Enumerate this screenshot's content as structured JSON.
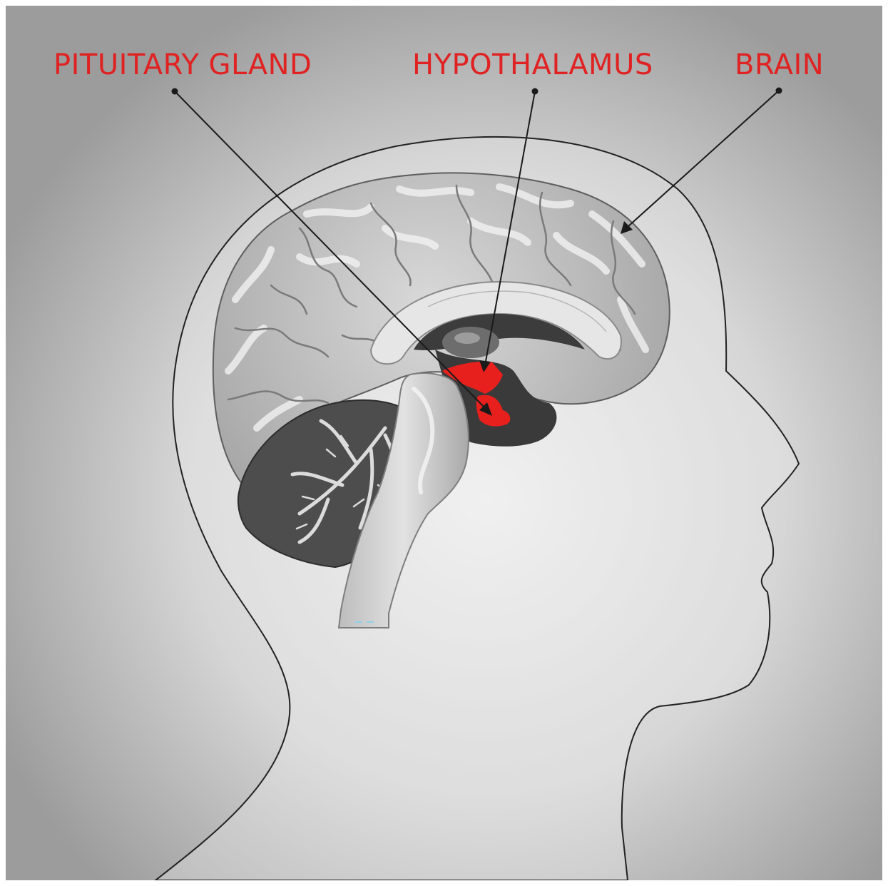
{
  "labels": {
    "pituitary": "PITUITARY GLAND",
    "hypothalamus": "HYPOTHALAMUS",
    "brain": "BRAIN"
  },
  "colors": {
    "label_text": "#e02222",
    "highlight": "#e8201d",
    "leader_line": "#1a1a1a",
    "outline": "#222222",
    "bg_center": "#f3f3f3",
    "bg_edge": "#9c9c9c"
  },
  "icons": {
    "head": "head-silhouette",
    "brain": "brain-sagittal-section"
  }
}
